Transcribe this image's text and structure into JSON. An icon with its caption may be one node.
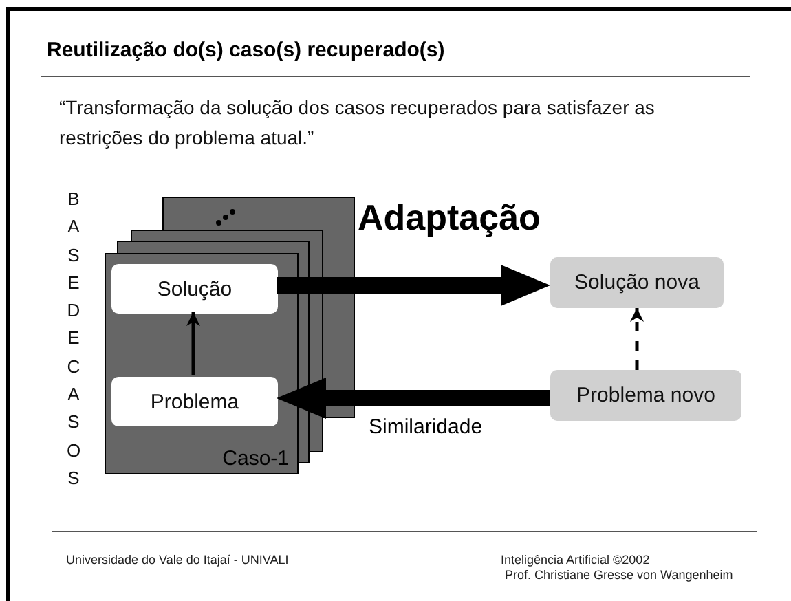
{
  "diagram": {
    "title": "Reutilização do(s) caso(s) recuperado(s)",
    "nodes": [
      {
        "text": [
          "Caso-1"
        ]
      },
      {
        "text": [
          "Solução"
        ],
        "in": 0
      },
      {
        "text": [
          "Problema"
        ],
        "in": 0
      },
      {
        "text": [
          "Solução nova"
        ]
      },
      {
        "text": [
          "Problema novo"
        ]
      }
    ],
    "edges": [
      {
        "from": 2,
        "to": 1,
        "arrow": "to"
      },
      {
        "from": 1,
        "to": 3,
        "arrow": "to",
        "label": "Adaptação",
        "style": "thick"
      },
      {
        "from": 4,
        "to": 2,
        "arrow": "to",
        "label": "Similaridade",
        "style": "thick"
      },
      {
        "from": 4,
        "to": 3,
        "arrow": "to",
        "style": "dashed"
      }
    ],
    "labels": [
      "“Transformação da solução dos casos recuperados para satisfazer as restrições do problema atual.”",
      "BASEDECASOS",
      "Universidade do Vale do Itajaí - UNIVALI",
      "Inteligência Artificial ©2002",
      "Prof. Christiane Gresse von Wangenheim"
    ]
  }
}
